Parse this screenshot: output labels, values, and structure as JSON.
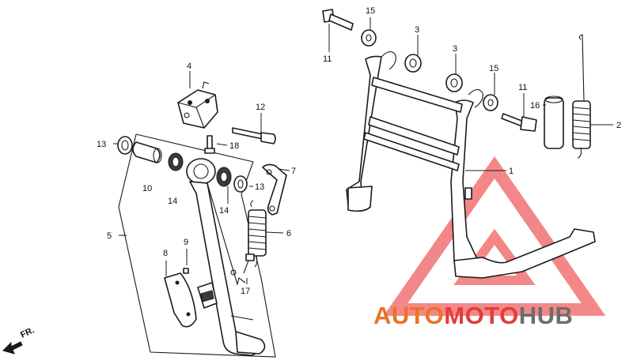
{
  "callouts": {
    "c1": "1",
    "c2": "2",
    "c3a": "3",
    "c3b": "3",
    "c4": "4",
    "c5": "5",
    "c6": "6",
    "c7": "7",
    "c8": "8",
    "c9": "9",
    "c10": "10",
    "c11a": "11",
    "c11b": "11",
    "c12": "12",
    "c13a": "13",
    "c13b": "13",
    "c14a": "14",
    "c14b": "14",
    "c15a": "15",
    "c15b": "15",
    "c16": "16",
    "c17": "17",
    "c18": "18"
  },
  "direction": {
    "label": "FR."
  },
  "watermark": {
    "auto": "AUTO",
    "moto": "MOTO",
    "hub": "HUB",
    "colors": {
      "auto": "#e8732a",
      "moto": "#e33b3b",
      "hub": "#6d6d6d",
      "logo": "#f06060"
    }
  }
}
